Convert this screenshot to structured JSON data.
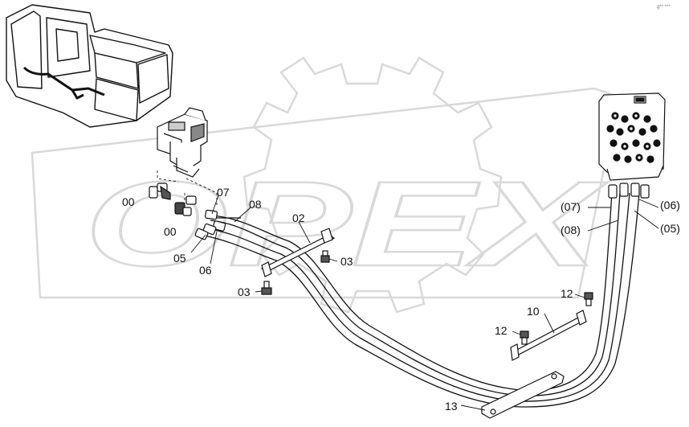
{
  "corner_note": "g** ***",
  "watermark": "OPEX",
  "callouts": {
    "c00a": "00",
    "c00b": "00",
    "c07": "07",
    "c08": "08",
    "c02": "02",
    "c03a": "03",
    "c03b": "03",
    "c05": "05",
    "c06": "06",
    "c07p": "(07)",
    "c08p": "(08)",
    "c06p": "(06)",
    "c05p": "(05)",
    "c12a": "12",
    "c12b": "12",
    "c10": "10",
    "c13": "13"
  }
}
